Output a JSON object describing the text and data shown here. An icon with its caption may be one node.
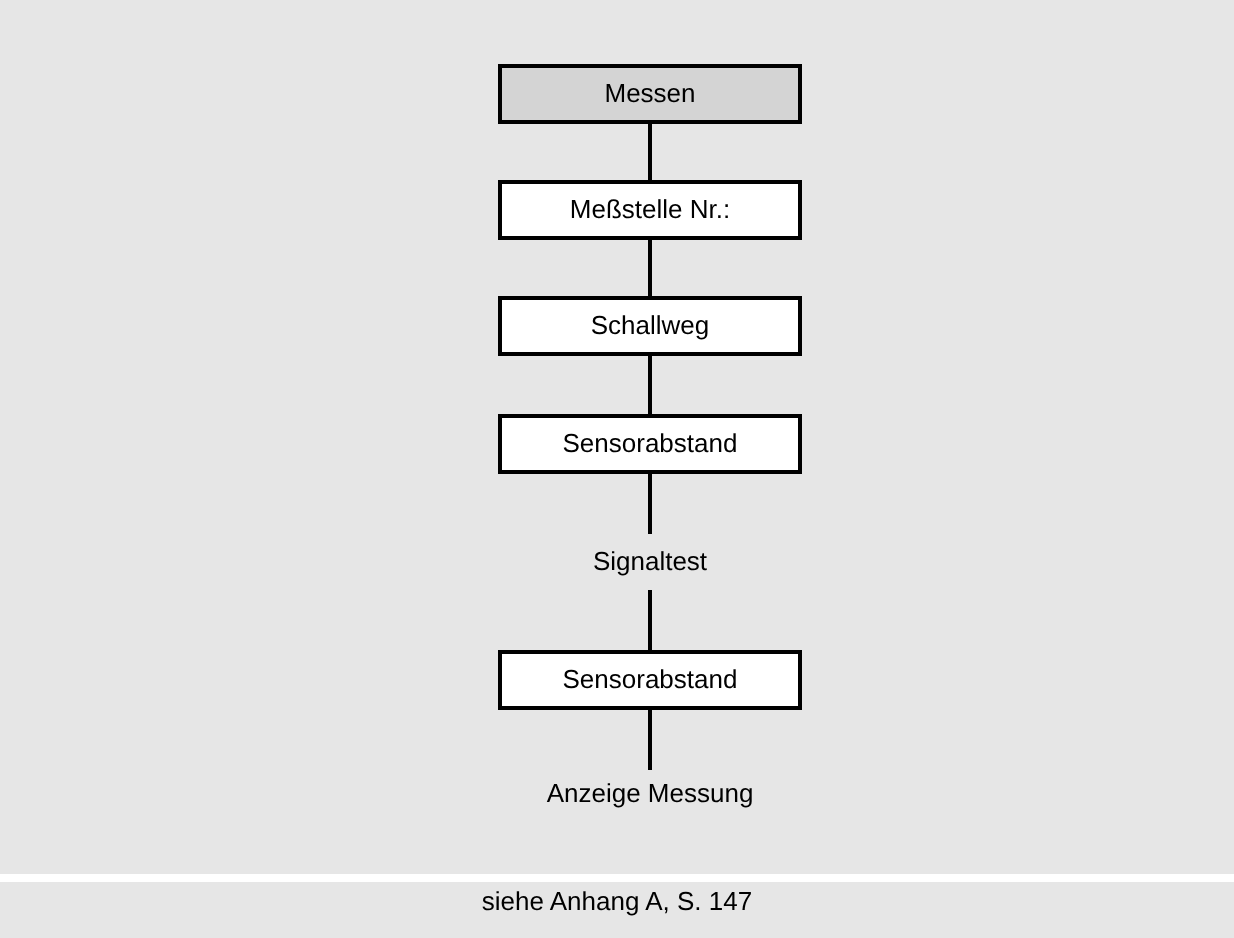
{
  "diagram": {
    "caption": "siehe Anhang A, S. 147",
    "nodes": [
      {
        "text": [
          "Messen"
        ]
      },
      {
        "text": [
          "Meßstelle Nr.:"
        ]
      },
      {
        "text": [
          "Schallweg"
        ]
      },
      {
        "text": [
          "Sensorabstand"
        ]
      },
      {
        "text": [
          "Signaltest"
        ]
      },
      {
        "text": [
          "Sensorabstand"
        ]
      },
      {
        "text": [
          "Anzeige Messung"
        ]
      }
    ],
    "edges": [
      {
        "from": 0,
        "to": 1,
        "arrow": "none"
      },
      {
        "from": 1,
        "to": 2,
        "arrow": "none"
      },
      {
        "from": 2,
        "to": 3,
        "arrow": "none"
      },
      {
        "from": 3,
        "to": 4,
        "arrow": "none"
      },
      {
        "from": 4,
        "to": 5,
        "arrow": "none"
      },
      {
        "from": 5,
        "to": 6,
        "arrow": "none"
      }
    ]
  }
}
